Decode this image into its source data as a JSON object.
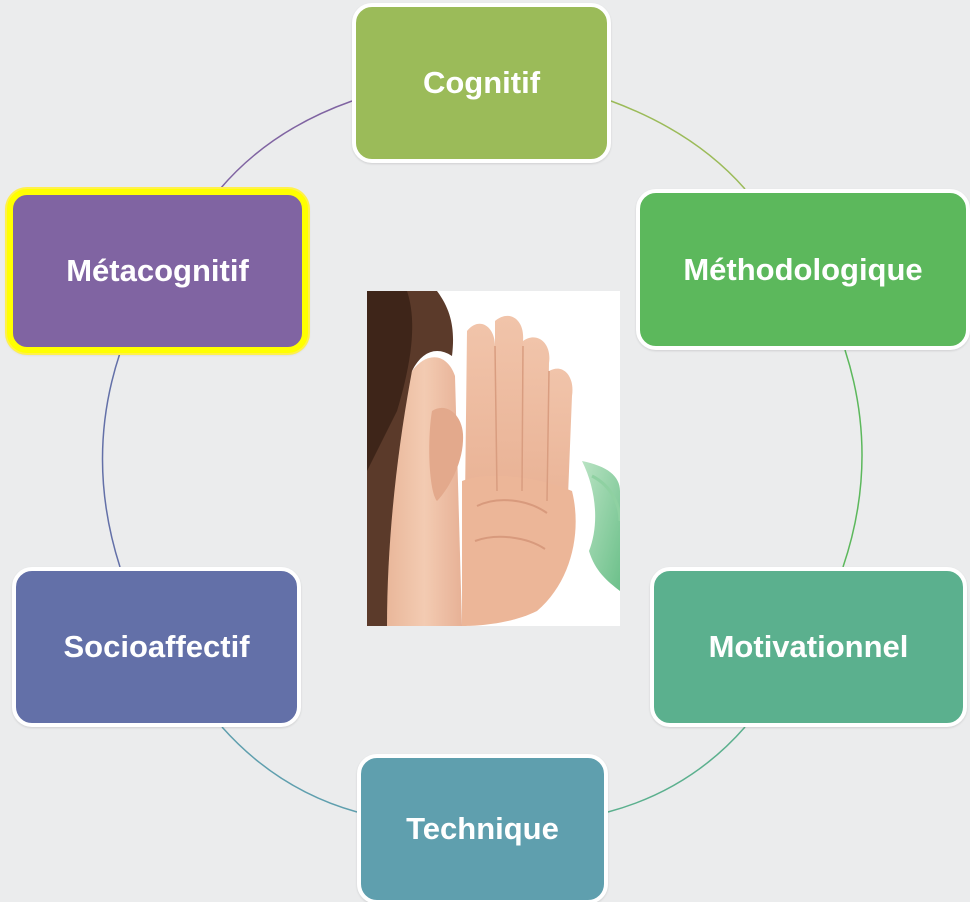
{
  "nodes": [
    {
      "id": "cognitif",
      "label": "Cognitif",
      "color": "#9bbb59",
      "selected": false
    },
    {
      "id": "methodo",
      "label": "Méthodologique",
      "color": "#5cb85c",
      "selected": false
    },
    {
      "id": "motiv",
      "label": "Motivationnel",
      "color": "#5bb08e",
      "selected": false
    },
    {
      "id": "technique",
      "label": "Technique",
      "color": "#5f9fae",
      "selected": false
    },
    {
      "id": "socio",
      "label": "Socioaffectif",
      "color": "#6370a8",
      "selected": false
    },
    {
      "id": "meta",
      "label": "Métacognitif",
      "color": "#8064a2",
      "selected": true
    }
  ],
  "arc_colors": [
    "#9bbb59",
    "#5cb85c",
    "#5bb08e",
    "#5f9fae",
    "#6370a8",
    "#8064a2"
  ],
  "selection_color": "#ffff00",
  "center_image": "hand-cupped-to-ear-photo"
}
